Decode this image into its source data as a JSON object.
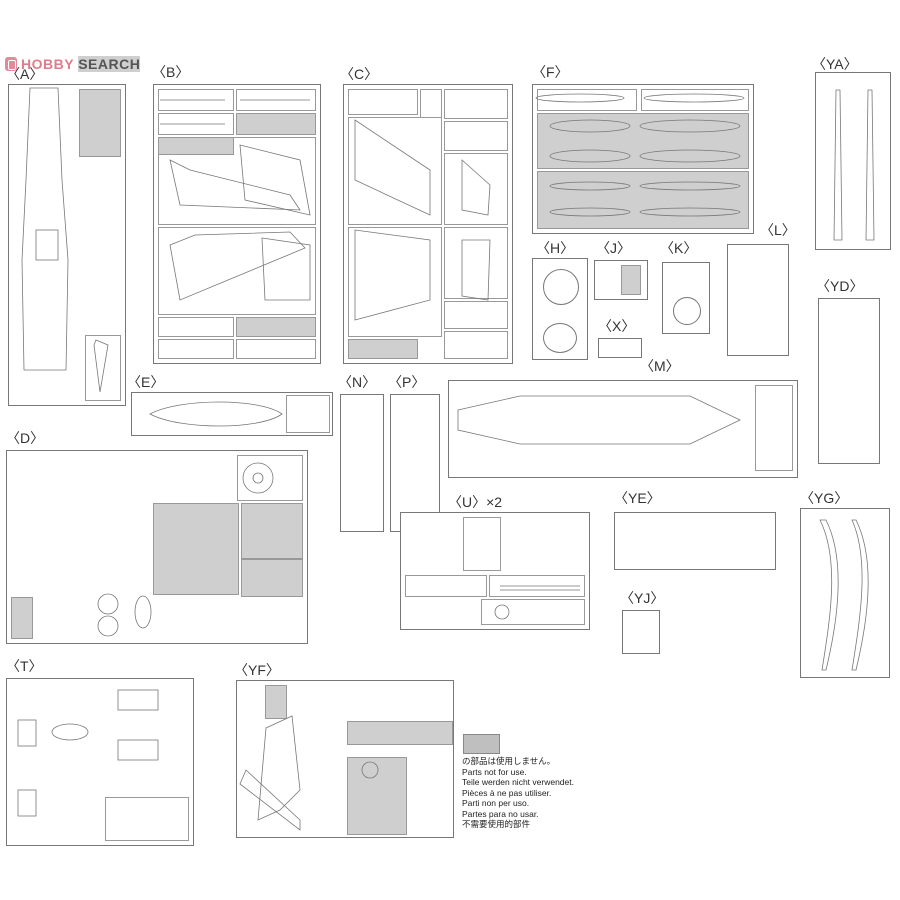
{
  "logo": {
    "part1": "H",
    "part2": "OBBY",
    "part3": "SEARCH"
  },
  "sprue_labels": {
    "A": "〈A〉",
    "B": "〈B〉",
    "C": "〈C〉",
    "F": "〈F〉",
    "YA": "〈YA〉",
    "H": "〈H〉",
    "J": "〈J〉",
    "K": "〈K〉",
    "L": "〈L〉",
    "X": "〈X〉",
    "YD": "〈YD〉",
    "E": "〈E〉",
    "N": "〈N〉",
    "P": "〈P〉",
    "M": "〈M〉",
    "D": "〈D〉",
    "YE": "〈YE〉",
    "YG": "〈YG〉",
    "U": "〈U〉×2",
    "YJ": "〈YJ〉",
    "T": "〈T〉",
    "YF": "〈YF〉"
  },
  "legend": {
    "jp": "の部品は使用しません。",
    "en": "Parts not for use.",
    "de": "Teile werden nicht verwendet.",
    "fr": "Pièces à ne pas utiliser.",
    "it": "Parti non per uso.",
    "es": "Partes para no usar.",
    "zh": "不需要使用的部件"
  },
  "colors": {
    "unused_part_fill": "#cfcfcf",
    "line": "#777777"
  }
}
